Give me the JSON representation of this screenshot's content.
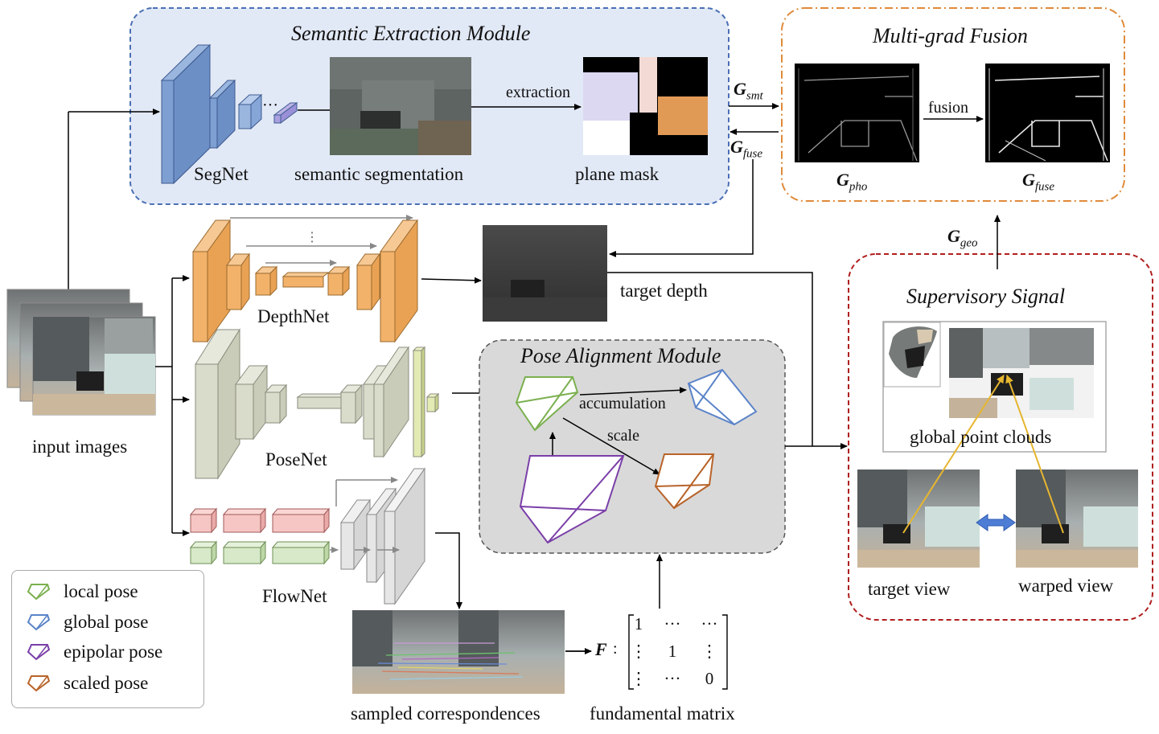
{
  "titles": {
    "semantic_module": "Semantic Extraction Module",
    "fusion_module": "Multi-grad Fusion",
    "pose_module": "Pose Alignment Module",
    "supervisory": "Supervisory Signal"
  },
  "networks": {
    "segnet": "SegNet",
    "depthnet": "DepthNet",
    "posenet": "PoseNet",
    "flownet": "FlowNet"
  },
  "labels": {
    "semantic_segmentation": "semantic segmentation",
    "plane_mask": "plane mask",
    "extraction": "extraction",
    "fusion": "fusion",
    "target_depth": "target depth",
    "input_images": "input images",
    "accumulation": "accumulation",
    "scale": "scale",
    "global_point_clouds": "global point clouds",
    "target_view": "target view",
    "warped_view": "warped view",
    "sampled_correspondences": "sampled correspondences",
    "fundamental_matrix": "fundamental matrix",
    "f_symbol": "F",
    "f_colon": ":"
  },
  "gradients": {
    "g_smt": {
      "base": "G",
      "sub": "smt"
    },
    "g_fuse_left": {
      "base": "G",
      "sub": "fuse"
    },
    "g_pho": {
      "base": "G",
      "sub": "pho"
    },
    "g_fuse_right": {
      "base": "G",
      "sub": "fuse"
    },
    "g_geo": {
      "base": "G",
      "sub": "geo"
    }
  },
  "matrix": {
    "r1": [
      "1",
      "···",
      "···"
    ],
    "r2": [
      "⋮",
      "1",
      "⋮"
    ],
    "r3": [
      "⋮",
      "···",
      "0"
    ]
  },
  "legend": {
    "items": [
      {
        "label": "local pose",
        "color": "#7bb04f"
      },
      {
        "label": "global pose",
        "color": "#5b84c8"
      },
      {
        "label": "epipolar pose",
        "color": "#7a3fa8"
      },
      {
        "label": "scaled pose",
        "color": "#b8632a"
      }
    ]
  },
  "colors": {
    "semantic_bg": "#e2e9f6",
    "semantic_border": "#4a6fb5",
    "fusion_border": "#e08a3a",
    "pose_bg": "#d9d9d9",
    "supervisory_border": "#b01e1e",
    "depth_layer": "#f3b26a",
    "pose_layer": "#d9dccb",
    "seg_layer": "#7d9fd2",
    "flow_red": "#f5c6c4",
    "flow_green": "#d7e9c8"
  }
}
